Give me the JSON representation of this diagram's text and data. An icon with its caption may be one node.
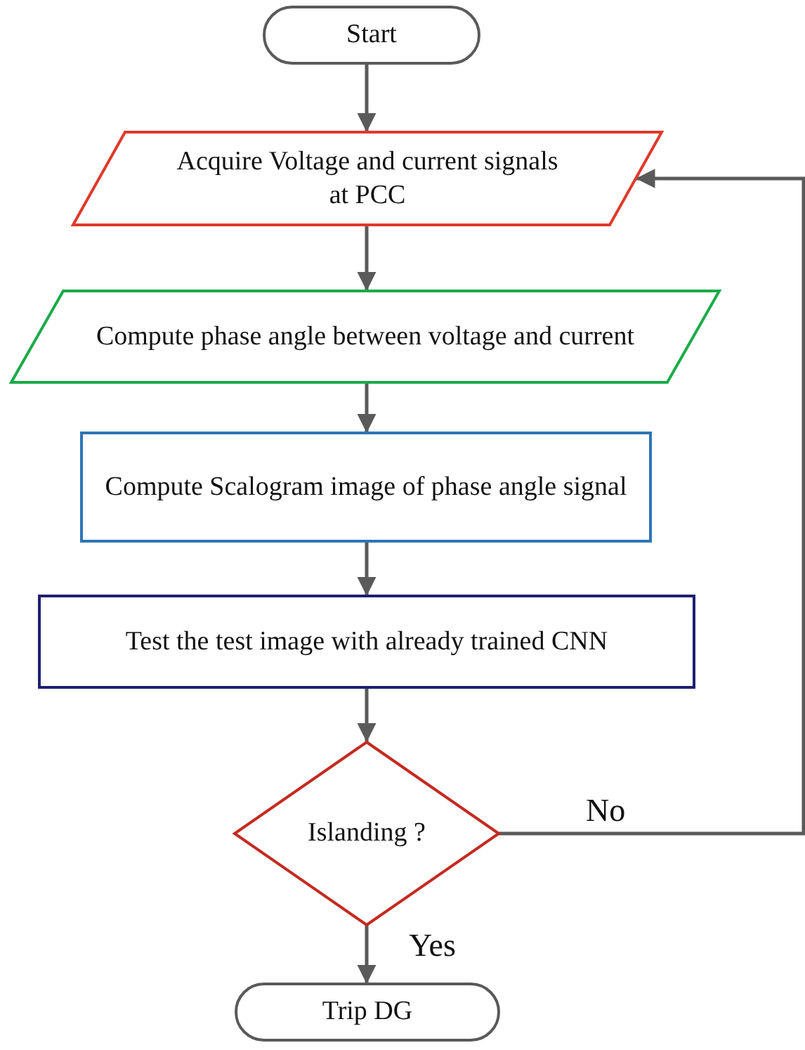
{
  "diagram": {
    "nodes": [
      {
        "text": [
          "Start"
        ]
      },
      {
        "text": [
          "Acquire Voltage and current signals at PCC"
        ]
      },
      {
        "text": [
          "Compute phase angle between voltage and current"
        ]
      },
      {
        "text": [
          "Compute Scalogram image of phase angle signal"
        ]
      },
      {
        "text": [
          "Test the test image with already trained CNN"
        ]
      },
      {
        "text": [
          "Islanding ?"
        ]
      },
      {
        "text": [
          "Trip DG"
        ]
      }
    ],
    "edges": [
      {
        "from": 0,
        "to": 1,
        "arrow": "to"
      },
      {
        "from": 1,
        "to": 2,
        "arrow": "to"
      },
      {
        "from": 2,
        "to": 3,
        "arrow": "to"
      },
      {
        "from": 3,
        "to": 4,
        "arrow": "to"
      },
      {
        "from": 4,
        "to": 5,
        "arrow": "to"
      },
      {
        "from": 5,
        "to": 6,
        "label": "Yes",
        "arrow": "to"
      },
      {
        "from": 5,
        "to": 1,
        "label": "No",
        "arrow": "to"
      }
    ]
  }
}
